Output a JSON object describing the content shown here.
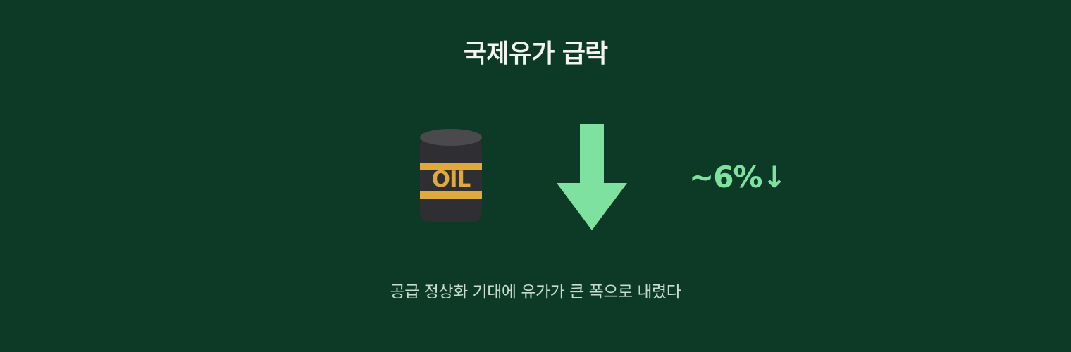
{
  "title": "국제유가 급락",
  "barrel": {
    "label": "OIL",
    "body_color": "#2e2e33",
    "lid_color": "#4a4a4d",
    "band_color": "#e0a93b"
  },
  "arrow": {
    "icon": "down-arrow-icon",
    "color": "#7ee1a0"
  },
  "change": "~6%↓",
  "caption": "공급 정상화 기대에 유가가 큰 폭으로 내렸다",
  "colors": {
    "background": "#0c3a27",
    "accent": "#7ee1a0",
    "title": "#f3f4ef",
    "caption": "#c9dccf"
  }
}
